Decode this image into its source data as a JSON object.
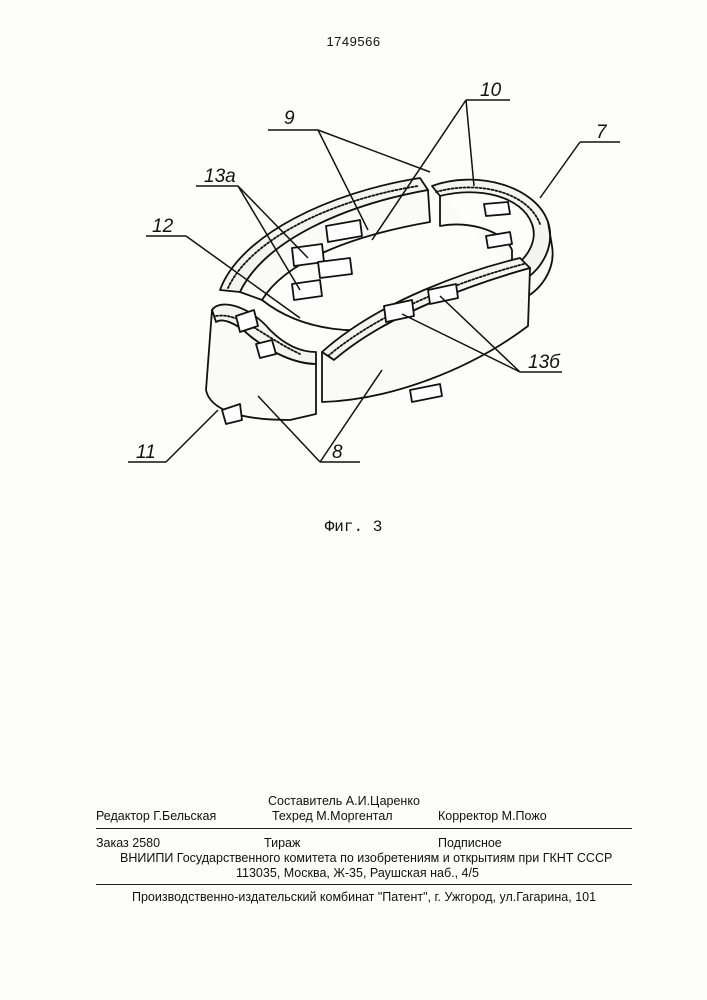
{
  "document": {
    "patent_number": "1749566",
    "figure_caption": "Фиг. 3"
  },
  "figure": {
    "labels": {
      "l9": "9",
      "l10": "10",
      "l7": "7",
      "l13a": "13а",
      "l12": "12",
      "l13b": "13б",
      "l11": "11",
      "l8": "8"
    }
  },
  "imprint": {
    "compiler": "Составитель А.И.Царенко",
    "editor": "Редактор Г.Бельская",
    "techred": "Техред М.Моргентал",
    "corrector": "Корректор М.Пожо",
    "order": "Заказ 2580",
    "circulation": "Тираж",
    "subscription": "Подписное",
    "institution": "ВНИИПИ Государственного комитета по изобретениям и открытиям при ГКНТ СССР",
    "address": "113035, Москва, Ж-35, Раушская наб., 4/5",
    "publisher": "Производственно-издательский комбинат \"Патент\", г. Ужгород, ул.Гагарина, 101"
  }
}
